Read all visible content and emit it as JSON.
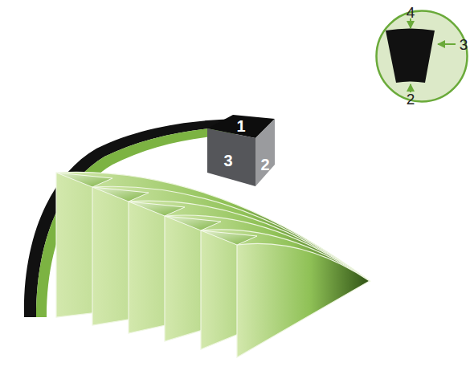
{
  "diagram": {
    "nodes": [
      {
        "text": [
          "4",
          "3",
          "2"
        ]
      },
      {
        "text": [
          "1"
        ]
      },
      {
        "text": [
          "3"
        ]
      },
      {
        "text": [
          "2"
        ]
      }
    ]
  }
}
